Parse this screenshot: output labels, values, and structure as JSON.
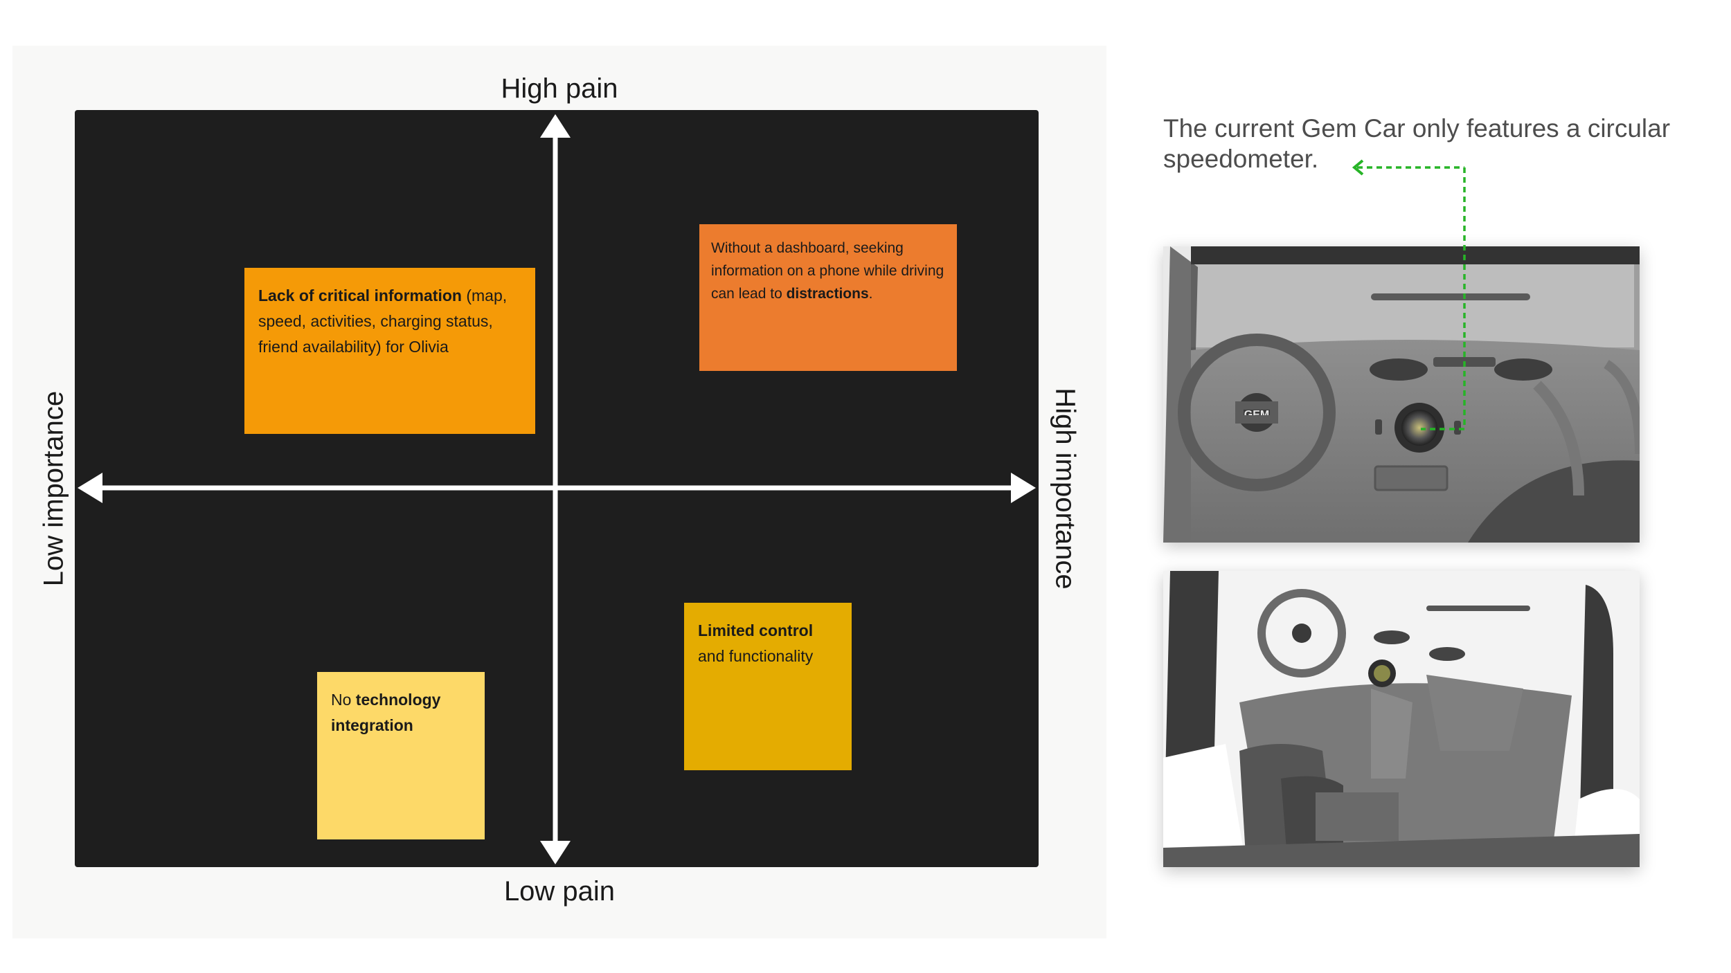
{
  "axes": {
    "top": "High pain",
    "bottom": "Low pain",
    "left": "Low importance",
    "right": "High importance"
  },
  "notes": [
    {
      "id": "critical-info",
      "bold": "Lack of critical information",
      "text": " (map, speed, activities, charging status, friend availability) for Olivia",
      "color": "#f59a07"
    },
    {
      "id": "distractions",
      "lead": "Without a dashboard, seeking information on a phone while driving can lead to ",
      "bold": "distractions",
      "tail": ".",
      "color": "#ec7c2e"
    },
    {
      "id": "limited-control",
      "bold": "Limited control",
      "text": "and functionality",
      "color": "#e4ac01"
    },
    {
      "id": "no-tech",
      "lead": "No ",
      "bold": "technology integration",
      "color": "#fdd968"
    }
  ],
  "caption": "The current Gem Car only features a circular speedometer.",
  "photos": {
    "top_logo": "GEM"
  },
  "colors": {
    "matrix_bg": "#1e1e1e",
    "pointer": "#27b427"
  }
}
